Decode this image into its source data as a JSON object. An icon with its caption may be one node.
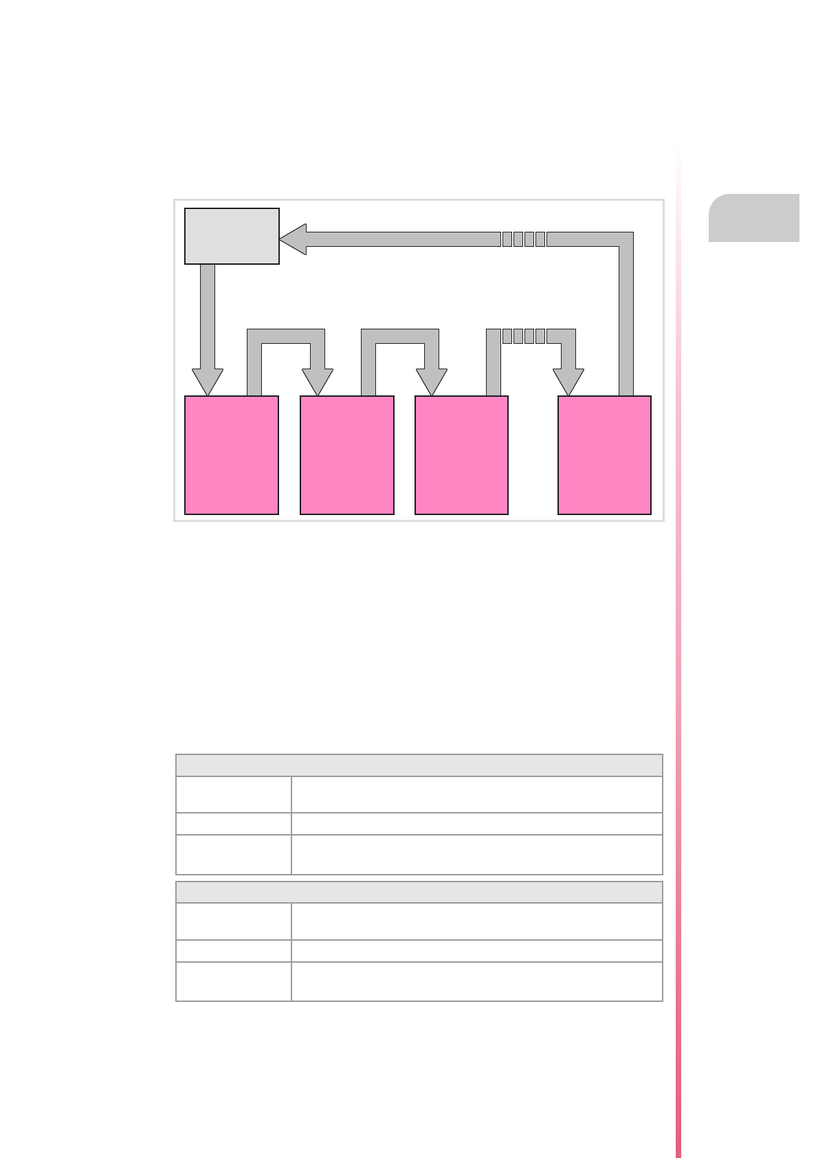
{
  "diagram": {
    "nodes": [
      {
        "text": [],
        "shape": "box"
      },
      {
        "text": [],
        "shape": "box"
      },
      {
        "text": [],
        "shape": "box"
      },
      {
        "text": [],
        "shape": "box"
      },
      {
        "text": [],
        "shape": "box"
      }
    ],
    "edges": [
      {
        "from": 0,
        "to": 1,
        "arrow": "to"
      },
      {
        "from": 1,
        "to": 2,
        "arrow": "to"
      },
      {
        "from": 2,
        "to": 3,
        "arrow": "to"
      },
      {
        "from": 3,
        "to": 4,
        "arrow": "to",
        "style": "dashed"
      },
      {
        "from": 4,
        "to": 0,
        "arrow": "to",
        "style": "dashed"
      }
    ]
  }
}
